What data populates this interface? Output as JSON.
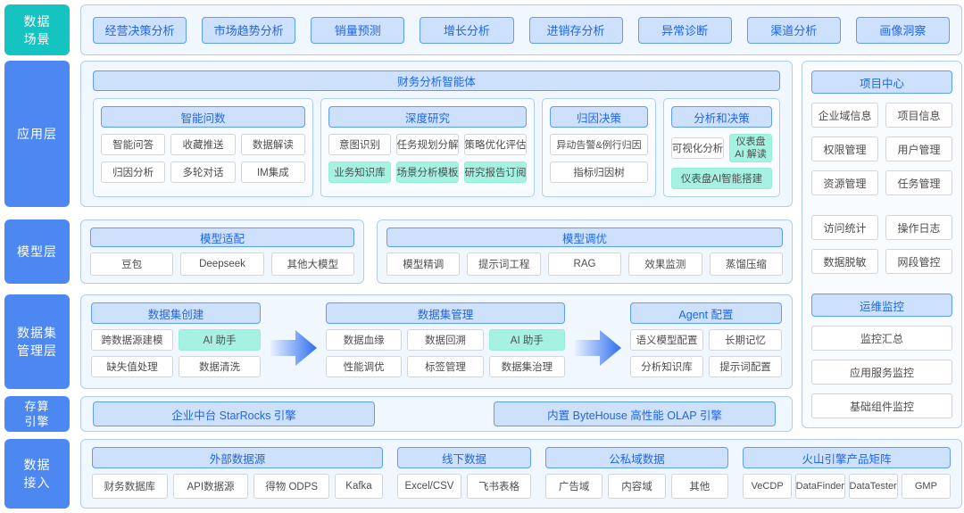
{
  "colors": {
    "teal": "#15C3C0",
    "blue": "#4C87F2",
    "header_fill": "#CDE1FC",
    "header_text": "#2066E8",
    "highlight_node": "#A6F2E2",
    "container_fill": "#F0F7FF"
  },
  "scene": {
    "sidebar": [
      "数据",
      "场景"
    ],
    "items": [
      "经营决策分析",
      "市场趋势分析",
      "销量预测",
      "增长分析",
      "进销存分析",
      "异常诊断",
      "渠道分析",
      "画像洞察"
    ]
  },
  "app": {
    "sidebar": "应用层",
    "title": "财务分析智能体",
    "qna": {
      "title": "智能问数",
      "items": [
        "智能问答",
        "收藏推送",
        "数据解读",
        "归因分析",
        "多轮对话",
        "IM集成"
      ]
    },
    "research": {
      "title": "深度研究",
      "items": [
        "意图识别",
        "任务规划分解",
        "策略优化评估",
        "业务知识库",
        "场景分析模板",
        "研究报告订阅"
      ]
    },
    "attribution": {
      "title": "归因决策",
      "items": [
        "异动告警&例行归因",
        "指标归因树"
      ]
    },
    "decision": {
      "title": "分析和决策",
      "visual": "可视化分析",
      "dash_line1": "仪表盘",
      "dash_line2": "AI 解读",
      "build": "仪表盘AI智能搭建"
    }
  },
  "model": {
    "sidebar": "模型层",
    "adapt": {
      "title": "模型适配",
      "items": [
        "豆包",
        "Deepseek",
        "其他大模型"
      ]
    },
    "tune": {
      "title": "模型调优",
      "items": [
        "模型精调",
        "提示词工程",
        "RAG",
        "效果监测",
        "蒸馏压缩"
      ]
    }
  },
  "dataset": {
    "sidebar": [
      "数据集",
      "管理层"
    ],
    "create": {
      "title": "数据集创建",
      "items": [
        "跨数据源建模",
        "AI 助手",
        "缺失值处理",
        "数据清洗"
      ]
    },
    "manage": {
      "title": "数据集管理",
      "items": [
        "数据血缘",
        "数据回溯",
        "AI 助手",
        "性能调优",
        "标签管理",
        "数据集治理"
      ]
    },
    "agent": {
      "title": "Agent 配置",
      "items": [
        "语义模型配置",
        "长期记忆",
        "分析知识库",
        "提示词配置"
      ]
    }
  },
  "engine": {
    "sidebar": [
      "存算",
      "引擎"
    ],
    "items": [
      "企业中台 StarRocks 引擎",
      "内置 ByteHouse 高性能 OLAP 引擎"
    ]
  },
  "ingest": {
    "sidebar": [
      "数据",
      "接入"
    ],
    "external": {
      "title": "外部数据源",
      "items": [
        "财务数据库",
        "API数据源",
        "得物 ODPS",
        "Kafka"
      ]
    },
    "offline": {
      "title": "线下数据",
      "items": [
        "Excel/CSV",
        "飞书表格"
      ]
    },
    "domain": {
      "title": "公私域数据",
      "items": [
        "广告域",
        "内容域",
        "其他"
      ]
    },
    "volcano": {
      "title": "火山引擎产品矩阵",
      "items": [
        "VeCDP",
        "DataFinder",
        "DataTester",
        "GMP"
      ]
    }
  },
  "project": {
    "title": "项目中心",
    "items": [
      "企业域信息",
      "项目信息",
      "权限管理",
      "用户管理",
      "资源管理",
      "任务管理",
      "访问统计",
      "操作日志",
      "数据脱敏",
      "网段管控"
    ]
  },
  "ops": {
    "title": "运维监控",
    "items": [
      "监控汇总",
      "应用服务监控",
      "基础组件监控"
    ]
  }
}
